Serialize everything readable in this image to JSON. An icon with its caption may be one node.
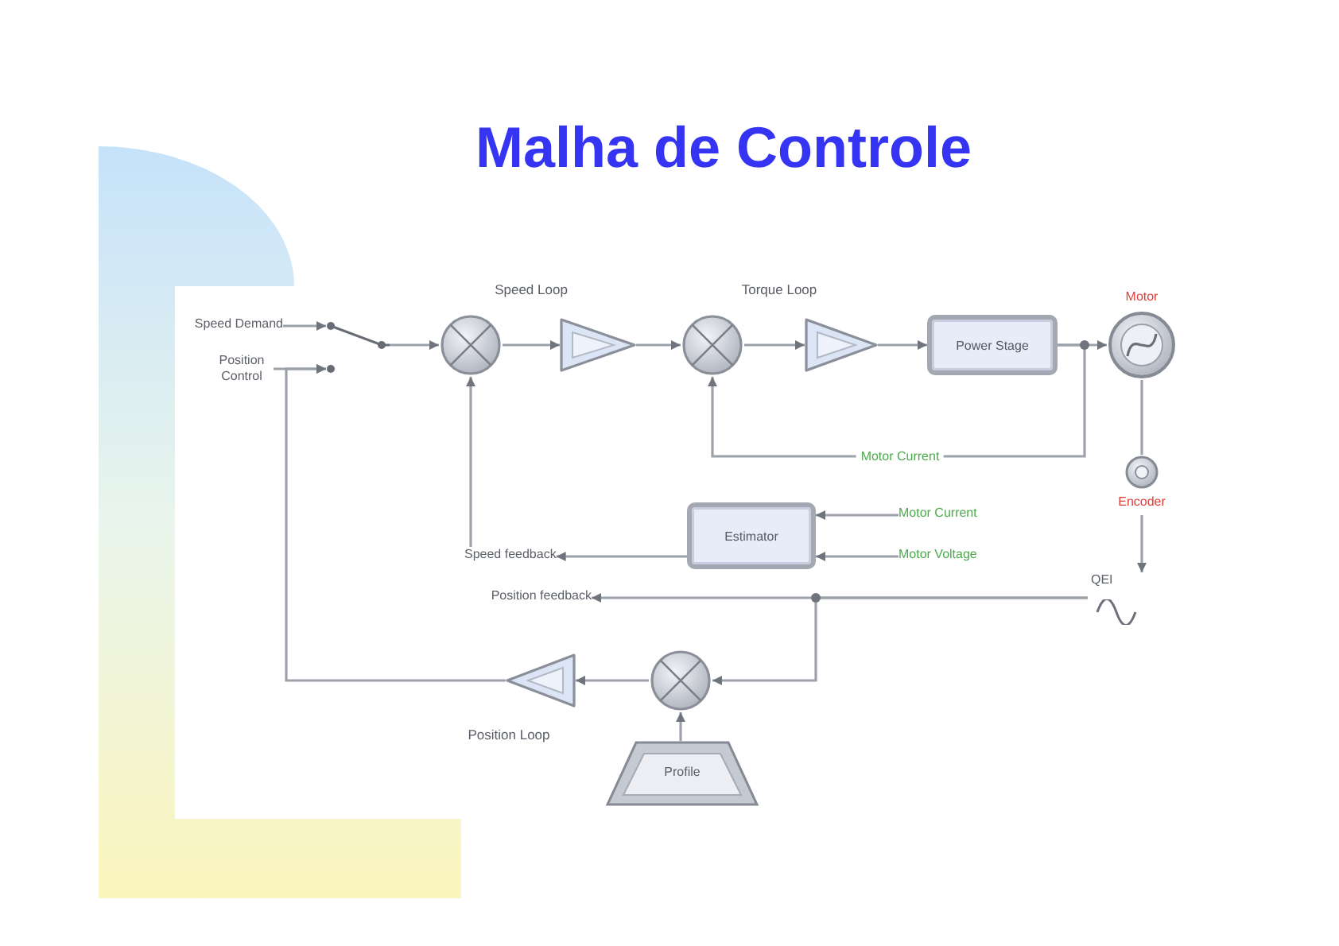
{
  "diagram": {
    "title": "Malha de Controle",
    "nodes": [
      {
        "text": [
          "Speed Demand"
        ]
      },
      {
        "text": [
          "Position Control"
        ]
      },
      {
        "text": [],
        "shape": "switch"
      },
      {
        "text": [],
        "shape": "circle"
      },
      {
        "text": [],
        "shape": "triangle"
      },
      {
        "text": [],
        "shape": "circle"
      },
      {
        "text": [],
        "shape": "triangle"
      },
      {
        "text": [
          "Power Stage"
        ]
      },
      {
        "text": [
          "Motor"
        ]
      },
      {
        "text": [
          "Encoder"
        ]
      },
      {
        "text": [
          "Estimator"
        ]
      },
      {
        "text": [
          "Motor Current"
        ]
      },
      {
        "text": [
          "Motor Voltage"
        ]
      },
      {
        "text": [
          "Speed feedback"
        ]
      },
      {
        "text": [
          "Position feedback"
        ]
      },
      {
        "text": [
          "QEI"
        ]
      },
      {
        "text": [],
        "shape": "circle"
      },
      {
        "text": [],
        "shape": "triangle"
      },
      {
        "text": [
          "Profile"
        ]
      }
    ],
    "edges": [
      {
        "from": 0,
        "to": 2,
        "arrow": "to"
      },
      {
        "from": 1,
        "to": 2,
        "arrow": "to"
      },
      {
        "from": 2,
        "to": 3,
        "arrow": "to"
      },
      {
        "from": 3,
        "to": 4,
        "arrow": "to"
      },
      {
        "from": 4,
        "to": 5,
        "arrow": "to"
      },
      {
        "from": 5,
        "to": 6,
        "arrow": "to"
      },
      {
        "from": 6,
        "to": 7,
        "arrow": "to"
      },
      {
        "from": 7,
        "to": 8,
        "arrow": "to"
      },
      {
        "from": 7,
        "to": 5,
        "arrow": "to",
        "label": "Motor Current"
      },
      {
        "from": 8,
        "to": 9,
        "arrow": "none"
      },
      {
        "from": 9,
        "to": 15,
        "arrow": "to"
      },
      {
        "from": 13,
        "to": 3,
        "arrow": "to"
      },
      {
        "from": 11,
        "to": 10,
        "arrow": "to"
      },
      {
        "from": 12,
        "to": 10,
        "arrow": "to"
      },
      {
        "from": 10,
        "to": 13,
        "arrow": "to"
      },
      {
        "from": 15,
        "to": 14,
        "arrow": "to"
      },
      {
        "from": 15,
        "to": 16,
        "arrow": "to"
      },
      {
        "from": 16,
        "to": 17,
        "arrow": "to"
      },
      {
        "from": 17,
        "to": 2,
        "arrow": "to"
      },
      {
        "from": 18,
        "to": 16,
        "arrow": "to"
      }
    ],
    "labels": [
      "Speed Loop",
      "Torque Loop",
      "Position Loop"
    ]
  }
}
